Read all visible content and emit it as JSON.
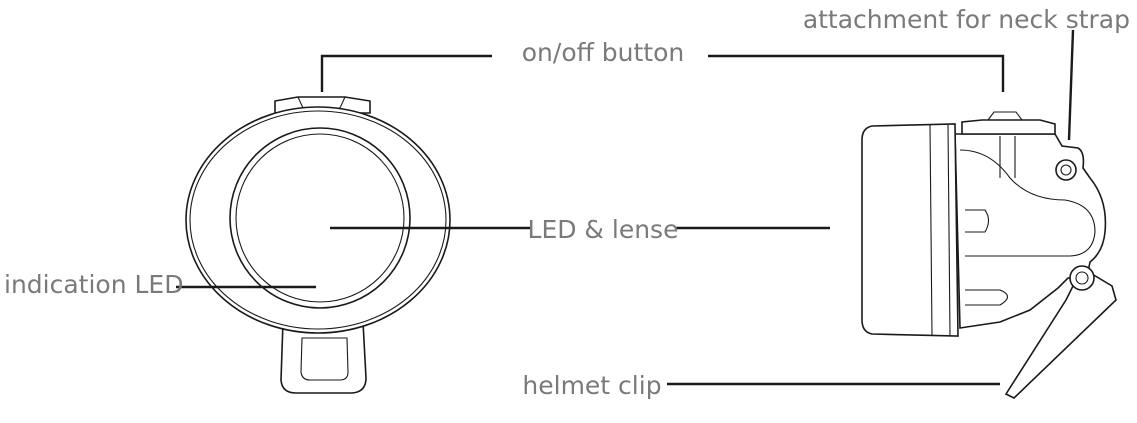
{
  "labels": {
    "on_off_button": "on/off button",
    "attachment_neck_strap": "attachment for neck strap",
    "led_lense": "LED & lense",
    "indication_led": "indication LED",
    "helmet_clip": "helmet clip"
  },
  "colors": {
    "label_text": "#7a7a7a",
    "line": "#1a1a1a",
    "background": "#ffffff"
  }
}
